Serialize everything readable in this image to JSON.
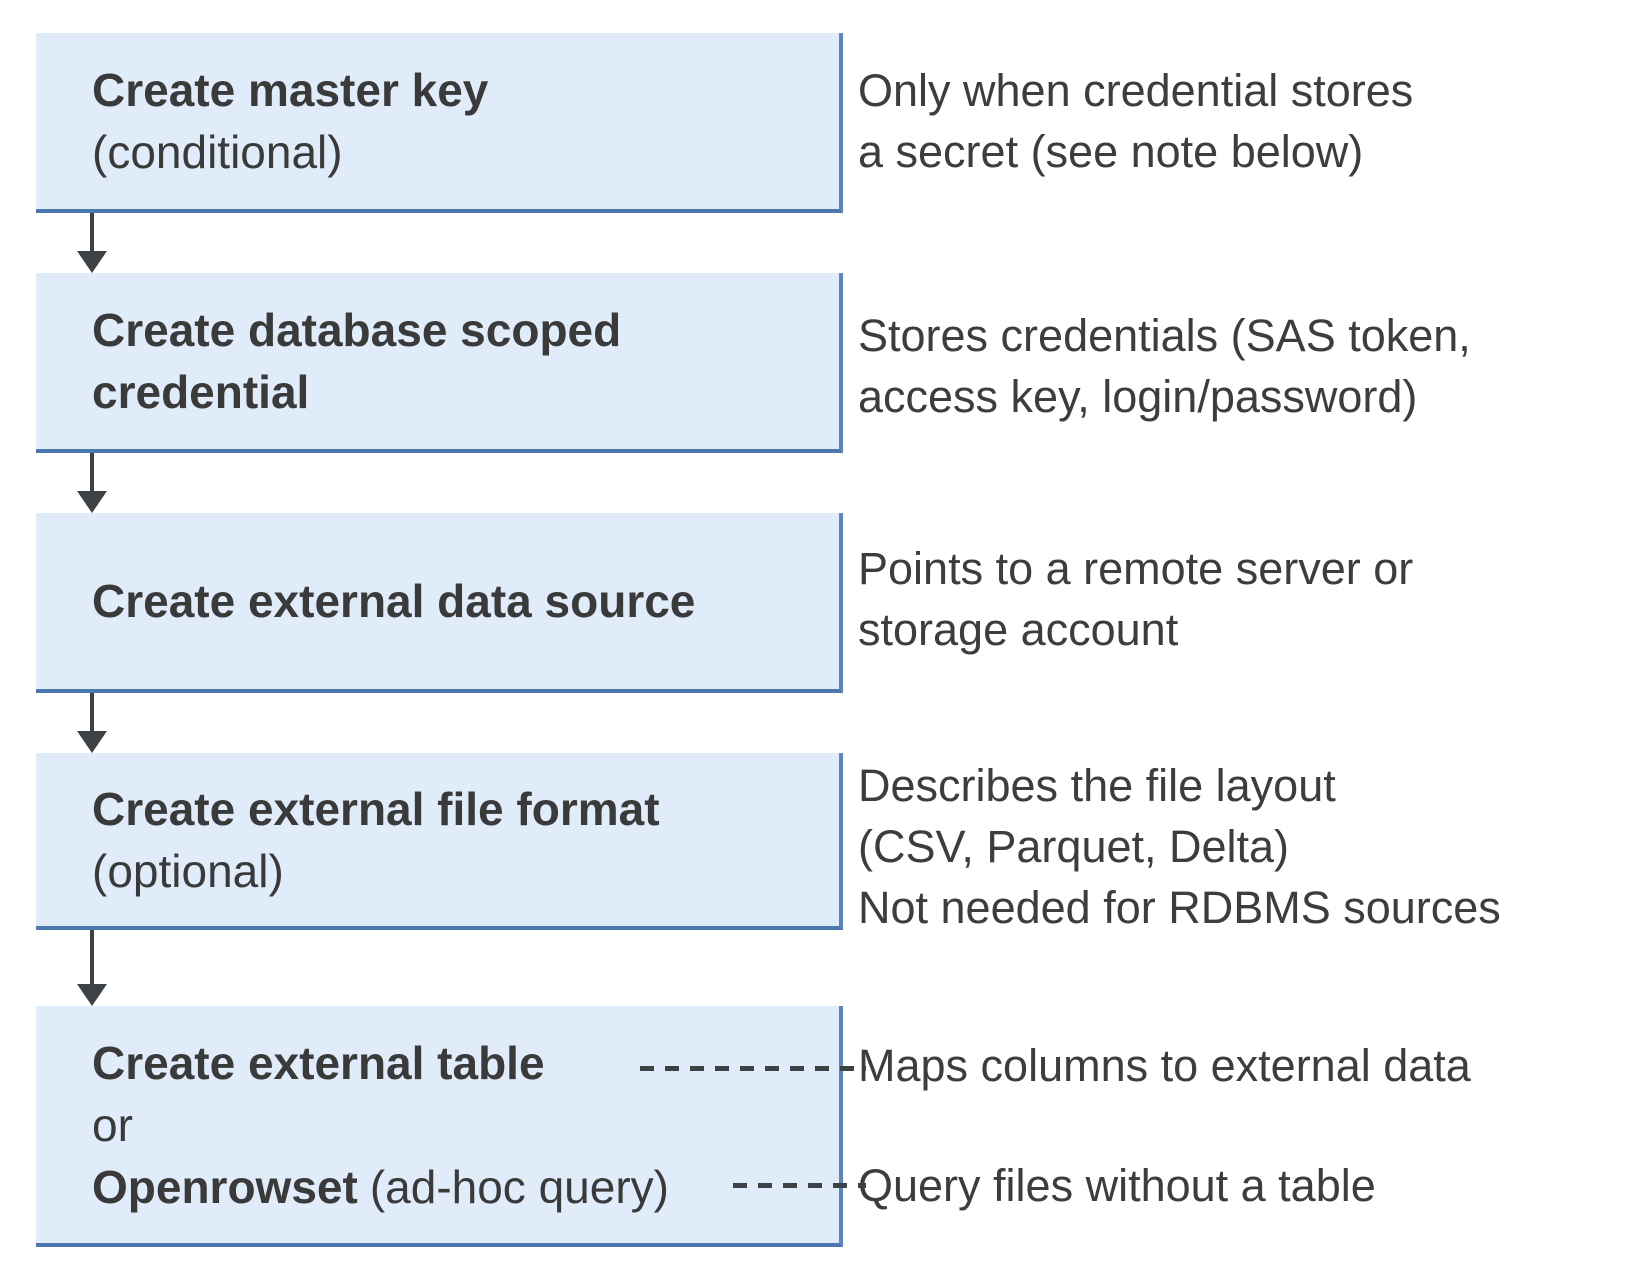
{
  "colors": {
    "box_fill": "#e1ecfa",
    "box_border_right": "#5d87bb",
    "box_border_bottom": "#4c79ad",
    "arrow": "#3d4247",
    "box_text": "#3a3a3a",
    "note_text": "#3d3d3d"
  },
  "steps": [
    {
      "title": "Create master key",
      "subtitle": "(conditional)",
      "note": [
        "Only when credential stores",
        "a secret (see note below)"
      ]
    },
    {
      "title_line1": "Create database scoped",
      "title_line2": "credential",
      "note": [
        "Stores credentials (SAS token,",
        "access key, login/password)"
      ]
    },
    {
      "title": "Create external data source",
      "note": [
        "Points to a remote server or",
        "storage account"
      ]
    },
    {
      "title": "Create external file format",
      "subtitle": "(optional)",
      "note": [
        "Describes the file layout",
        "(CSV, Parquet, Delta)",
        "Not needed for RDBMS sources"
      ]
    },
    {
      "title": "Create external table",
      "conjunction": "or",
      "alt_bold": "Openrowset",
      "alt_rest": "(ad-hoc query)",
      "note_table": "Maps columns to external data",
      "note_openrowset": "Query files without a table"
    }
  ]
}
